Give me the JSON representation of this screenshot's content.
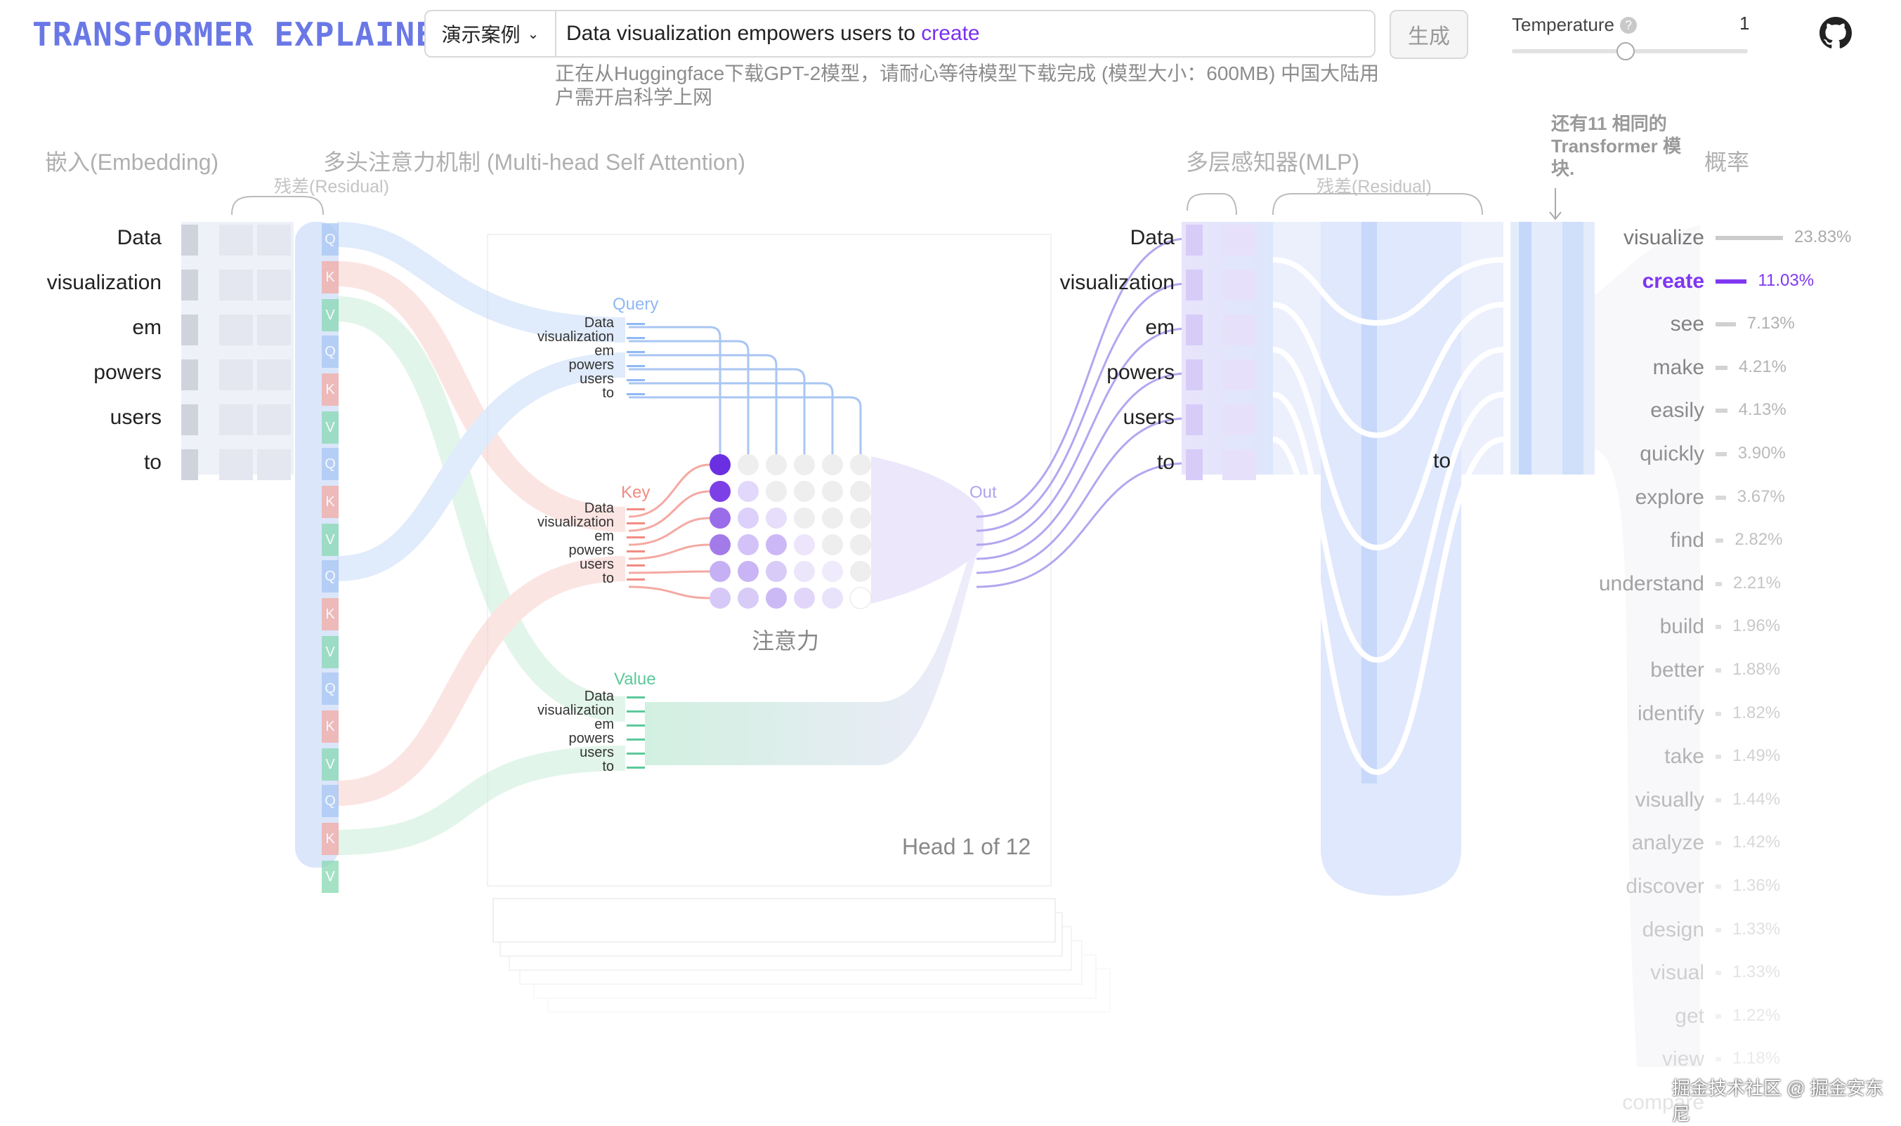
{
  "app": {
    "title": "TRANSFORMER EXPLAINER"
  },
  "search": {
    "example_label": "演示案例",
    "prompt": "Data visualization empowers users to",
    "predicted": "create",
    "generate_label": "生成"
  },
  "notice": "正在从Huggingface下载GPT-2模型，请耐心等待模型下载完成 (模型大小：600MB) 中国大陆用户需开启科学上网",
  "temperature": {
    "label": "Temperature",
    "help": "?",
    "value": "1",
    "level": 0.48
  },
  "sections": {
    "embedding": "嵌入(Embedding)",
    "attention": "多头注意力机制 (Multi-head Self Attention)",
    "residual1": "残差(Residual)",
    "mlp": "多层感知器(MLP)",
    "residual2": "残差(Residual)",
    "blocks": "还有11 相同的 Transformer 模块.",
    "prob": "概率"
  },
  "tokens": [
    "Data",
    "visualization",
    "em",
    "powers",
    "users",
    "to"
  ],
  "qkv_letters": {
    "q": "Q",
    "k": "K",
    "v": "V"
  },
  "attention": {
    "query": "Query",
    "key": "Key",
    "value": "Value",
    "out": "Out",
    "matrix_label": "注意力",
    "head": "Head 1 of 12"
  },
  "last_token": "to",
  "predictions": [
    {
      "word": "visualize",
      "pct": "23.83%",
      "p": 23.83
    },
    {
      "word": "create",
      "pct": "11.03%",
      "p": 11.03
    },
    {
      "word": "see",
      "pct": "7.13%",
      "p": 7.13
    },
    {
      "word": "make",
      "pct": "4.21%",
      "p": 4.21
    },
    {
      "word": "easily",
      "pct": "4.13%",
      "p": 4.13
    },
    {
      "word": "quickly",
      "pct": "3.90%",
      "p": 3.9
    },
    {
      "word": "explore",
      "pct": "3.67%",
      "p": 3.67
    },
    {
      "word": "find",
      "pct": "2.82%",
      "p": 2.82
    },
    {
      "word": "understand",
      "pct": "2.21%",
      "p": 2.21
    },
    {
      "word": "build",
      "pct": "1.96%",
      "p": 1.96
    },
    {
      "word": "better",
      "pct": "1.88%",
      "p": 1.88
    },
    {
      "word": "identify",
      "pct": "1.82%",
      "p": 1.82
    },
    {
      "word": "take",
      "pct": "1.49%",
      "p": 1.49
    },
    {
      "word": "visually",
      "pct": "1.44%",
      "p": 1.44
    },
    {
      "word": "analyze",
      "pct": "1.42%",
      "p": 1.42
    },
    {
      "word": "discover",
      "pct": "1.36%",
      "p": 1.36
    },
    {
      "word": "design",
      "pct": "1.33%",
      "p": 1.33
    },
    {
      "word": "visual",
      "pct": "1.33%",
      "p": 1.33
    },
    {
      "word": "get",
      "pct": "1.22%",
      "p": 1.22
    },
    {
      "word": "view",
      "pct": "1.18%",
      "p": 1.18
    },
    {
      "word": "compare",
      "pct": "",
      "p": 0
    }
  ],
  "colors": {
    "accent": "#7b2ff0",
    "query": "#8fb8f5",
    "key": "#f28b82",
    "value": "#5cc99a",
    "mlp": "#c9d8fb"
  },
  "watermark": "掘金技术社区 @ 掘金安东尼"
}
